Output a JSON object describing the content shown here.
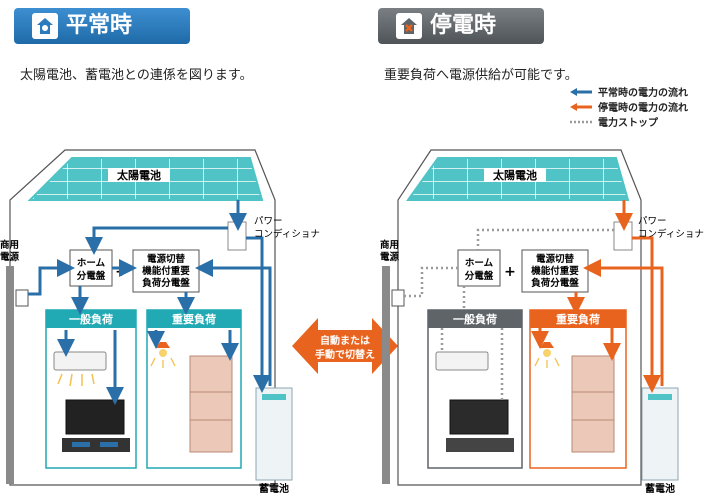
{
  "left": {
    "title": "平常時",
    "subtitle": "太陽電池、蓄電池との連係を図ります。"
  },
  "right": {
    "title": "停電時",
    "subtitle": "重要負荷へ電源供給が可能です。"
  },
  "legend": {
    "normal": "平常時の電力の流れ",
    "outage": "停電時の電力の流れ",
    "stop": "電力ストップ"
  },
  "labels": {
    "solar": "太陽電池",
    "pcs_line1": "パワー",
    "pcs_line2": "コンディショナ",
    "grid_line1": "商用",
    "grid_line2": "電源",
    "home_panel_line1": "ホーム",
    "home_panel_line2": "分電盤",
    "plus": "+",
    "switch_line1": "電源切替",
    "switch_line2": "機能付重要",
    "switch_line3": "負荷分電盤",
    "general_load": "一般負荷",
    "important_load": "重要負荷",
    "battery": "蓄電池",
    "center_line1": "自動または",
    "center_line2": "手動で切替え"
  },
  "colors": {
    "normal_flow": "#2a6fa8",
    "outage_flow": "#e8641e",
    "stop_flow": "#9a9a9a",
    "header_left": "#2c7bbd",
    "header_right": "#5f6468",
    "teal_box": "#4fc3c5",
    "panel_teal": "#21a9b4"
  }
}
